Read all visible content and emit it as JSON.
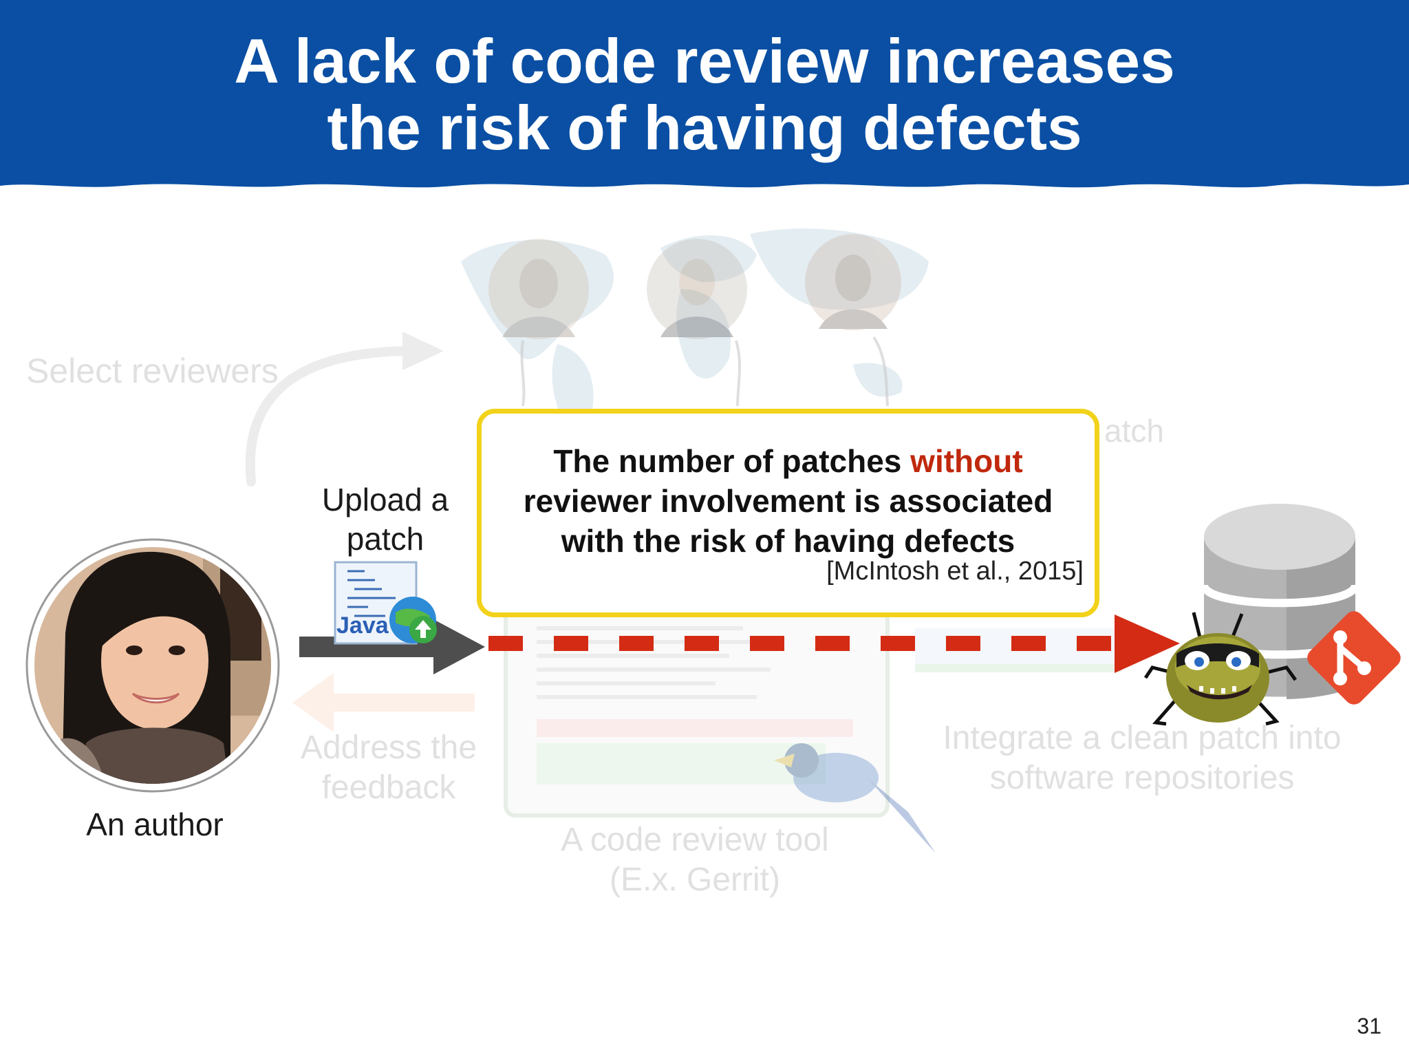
{
  "slide": {
    "title_line1": "A lack of code review increases",
    "title_line2": "the risk of having defects",
    "page_number": "31"
  },
  "labels": {
    "select_reviewers": "Select reviewers",
    "upload_line1": "Upload a",
    "upload_line2": "patch",
    "address_line1": "Address the",
    "address_line2": "feedback",
    "tool_line1": "A code review tool",
    "tool_line2": "(E.x. Gerrit)",
    "integrate_line1": "Integrate a clean patch into",
    "integrate_line2": "software repositories",
    "patch_fragment": "atch",
    "author": "An author",
    "java_badge": "Java"
  },
  "callout": {
    "line1_prefix": "The number of patches ",
    "line1_highlight": "without",
    "line2": "reviewer involvement is associated",
    "line3": "with the risk of having defects",
    "citation": "[McIntosh et al., 2015]"
  },
  "colors": {
    "banner": "#0a4fa3",
    "highlight": "#c0280d",
    "callout_border": "#f2d21a",
    "dashed_arrow": "#d42b14",
    "git_logo": "#e84a2c"
  }
}
